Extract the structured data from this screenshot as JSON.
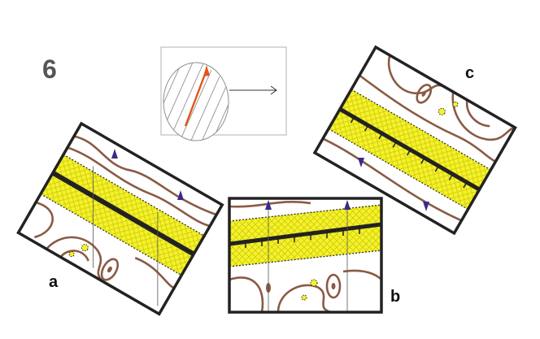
{
  "figure_number": "6",
  "panels": {
    "a": {
      "label": "a"
    },
    "b": {
      "label": "b"
    },
    "c": {
      "label": "c"
    }
  },
  "compass_inset": {
    "needle_icon": "compass-needle-icon",
    "arrow_icon": "arrow-right-icon"
  },
  "colors": {
    "contour": "#8a5a44",
    "road": "#f5f22a",
    "road_hatch": "#d8d400",
    "track": "#222222",
    "north_arrow": "#3a2a8a",
    "needle": "#e0561a",
    "frame": "#222222",
    "text": "#555555"
  }
}
